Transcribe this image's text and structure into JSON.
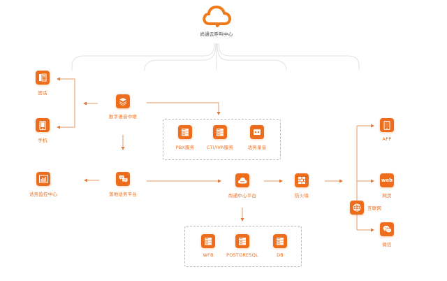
{
  "title": "尚通云呼叫中心",
  "colors": {
    "accent": "#ee6d1c",
    "line": "#e59a62",
    "tree_line": "#e2e2e2",
    "dash": "#b9b9b9"
  },
  "nodes": {
    "phone": {
      "label": "固话",
      "icon": "desk-phone-icon"
    },
    "mobile": {
      "label": "手机",
      "icon": "mobile-phone-icon"
    },
    "digital_relay": {
      "label": "数字语音中继",
      "icon": "layers-icon"
    },
    "pbx": {
      "label": "PBX服务",
      "icon": "server-icon"
    },
    "cti_ivr": {
      "label": "CTI/IVR服务",
      "icon": "server-icon"
    },
    "recording": {
      "label": "话务录音",
      "icon": "recorder-icon"
    },
    "monitor": {
      "label": "话务监控中心",
      "icon": "bar-chart-icon"
    },
    "landing": {
      "label": "落地话务平台",
      "icon": "chat-bubbles-icon"
    },
    "center_platform": {
      "label": "尚通中心平台",
      "icon": "cloud-icon"
    },
    "firewall": {
      "label": "防火墙",
      "icon": "brick-wall-icon"
    },
    "internet": {
      "label": "互联网",
      "icon": "globe-icon"
    },
    "app": {
      "label": "APP",
      "icon": "tablet-icon"
    },
    "web": {
      "label": "网页",
      "icon": "web-icon",
      "glyph": "web"
    },
    "wechat": {
      "label": "微信",
      "icon": "wechat-icon"
    },
    "wfb": {
      "label": "WFB",
      "icon": "server-icon"
    },
    "postgresql": {
      "label": "POSTGRESQL",
      "icon": "server-icon"
    },
    "db": {
      "label": "DB",
      "icon": "server-icon"
    }
  }
}
